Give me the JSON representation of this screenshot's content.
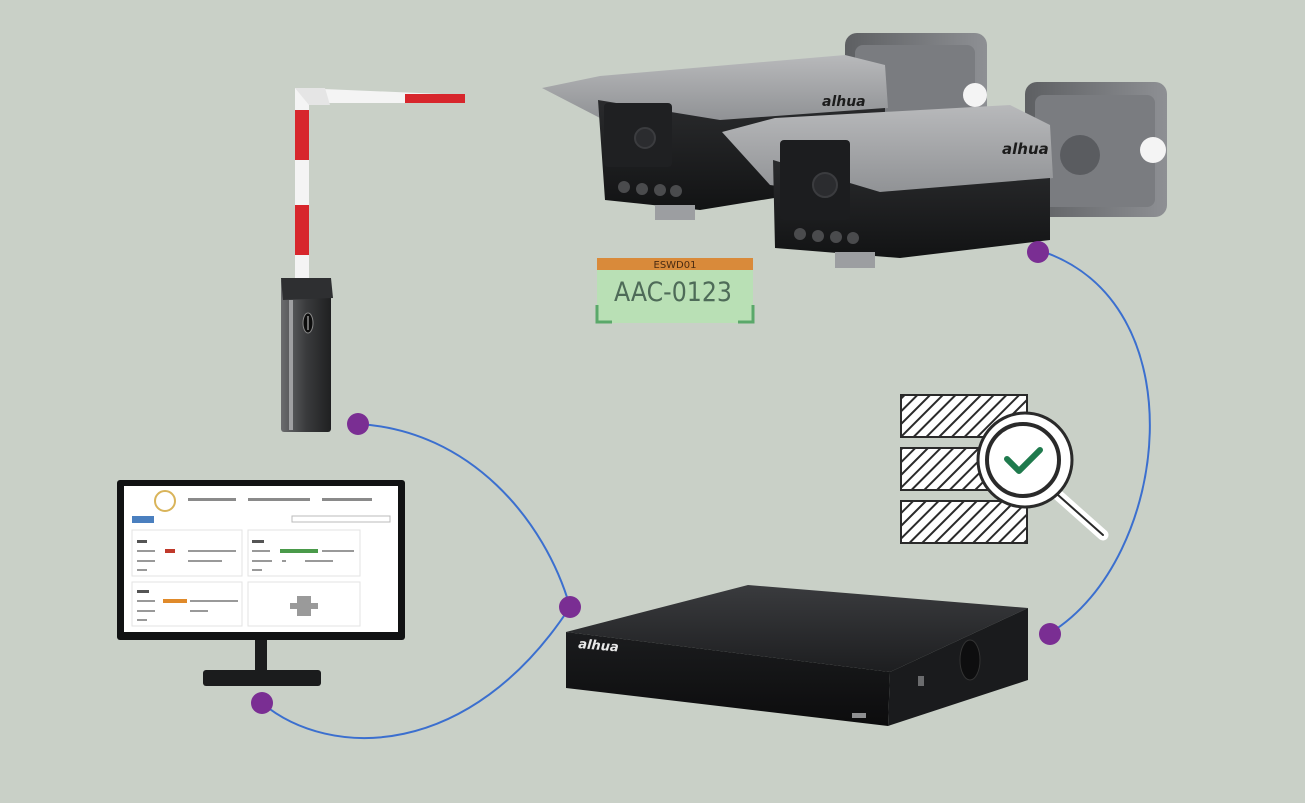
{
  "plate": {
    "top_text": "ESWD01",
    "number": "AAC-0123"
  },
  "cameras": {
    "brand": "alhua"
  },
  "nvr": {
    "brand": "alhua"
  },
  "colors": {
    "background": "#c9d0c7",
    "connector_line": "#3b6fcf",
    "connector_node": "#7a2e93",
    "plate_bg": "#b9e0b5",
    "plate_top": "#d98a3a",
    "barrier_stripe": "#d7262c",
    "check": "#1f7a4d"
  },
  "icons": [
    "barrier-gate-icon",
    "lpr-camera-icon",
    "license-plate-icon",
    "database-search-icon",
    "nvr-recorder-icon",
    "monitor-icon"
  ]
}
